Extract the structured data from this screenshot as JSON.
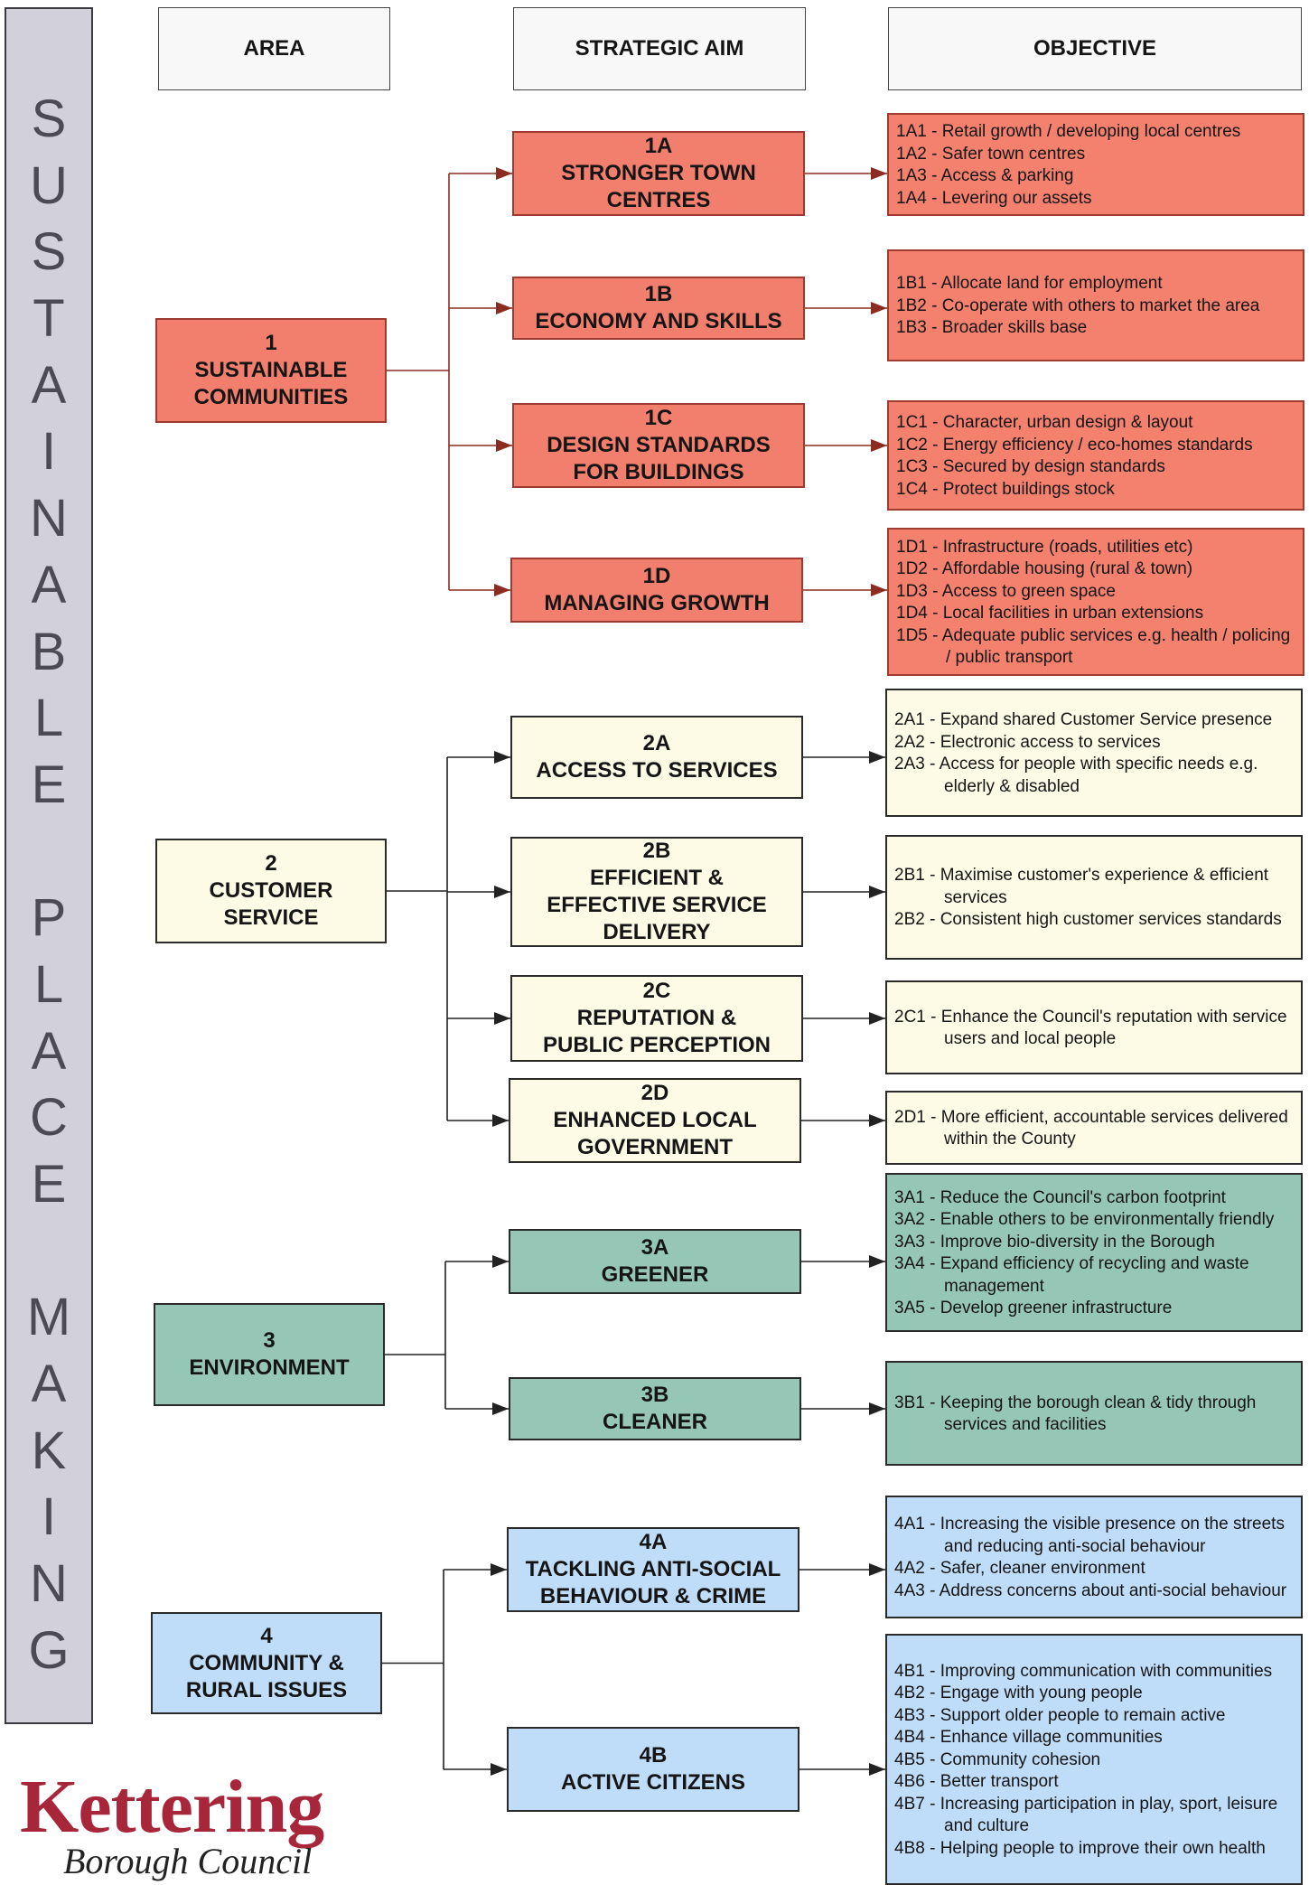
{
  "headers": {
    "area": "AREA",
    "aim": "STRATEGIC AIM",
    "objective": "OBJECTIVE"
  },
  "sidebar_text": "SUSTAINABLE PLACE MAKING",
  "areas": [
    {
      "number": "1",
      "lines": [
        "SUSTAINABLE",
        "COMMUNITIES"
      ]
    },
    {
      "number": "2",
      "lines": [
        "CUSTOMER",
        "SERVICE"
      ]
    },
    {
      "number": "3",
      "lines": [
        "ENVIRONMENT"
      ]
    },
    {
      "number": "4",
      "lines": [
        "COMMUNITY &",
        "RURAL ISSUES"
      ]
    }
  ],
  "aims": [
    {
      "code": "1A",
      "lines": [
        "STRONGER TOWN",
        "CENTRES"
      ]
    },
    {
      "code": "1B",
      "lines": [
        "ECONOMY AND SKILLS"
      ]
    },
    {
      "code": "1C",
      "lines": [
        "DESIGN STANDARDS",
        "FOR BUILDINGS"
      ]
    },
    {
      "code": "1D",
      "lines": [
        "MANAGING GROWTH"
      ]
    },
    {
      "code": "2A",
      "lines": [
        "ACCESS TO SERVICES"
      ]
    },
    {
      "code": "2B",
      "lines": [
        "EFFICIENT &",
        "EFFECTIVE SERVICE",
        "DELIVERY"
      ]
    },
    {
      "code": "2C",
      "lines": [
        "REPUTATION &",
        "PUBLIC PERCEPTION"
      ]
    },
    {
      "code": "2D",
      "lines": [
        "ENHANCED LOCAL",
        "GOVERNMENT"
      ]
    },
    {
      "code": "3A",
      "lines": [
        "GREENER"
      ]
    },
    {
      "code": "3B",
      "lines": [
        "CLEANER"
      ]
    },
    {
      "code": "4A",
      "lines": [
        "TACKLING ANTI-SOCIAL",
        "BEHAVIOUR & CRIME"
      ]
    },
    {
      "code": "4B",
      "lines": [
        "ACTIVE CITIZENS"
      ]
    }
  ],
  "objectives": [
    [
      "1A1 - Retail growth / developing local centres",
      "1A2 - Safer town centres",
      "1A3 - Access & parking",
      "1A4 - Levering our assets"
    ],
    [
      "1B1 - Allocate land for employment",
      "1B2 - Co-operate with others to market the area",
      "1B3 - Broader skills base"
    ],
    [
      "1C1 - Character, urban design & layout",
      "1C2 - Energy efficiency / eco-homes standards",
      "1C3 - Secured by design standards",
      "1C4 - Protect buildings stock"
    ],
    [
      "1D1 - Infrastructure (roads, utilities etc)",
      "1D2 - Affordable housing (rural & town)",
      "1D3 - Access to green space",
      "1D4 - Local facilities in urban extensions",
      "1D5 - Adequate public services e.g. health / policing / public transport"
    ],
    [
      "2A1 - Expand shared Customer Service presence",
      "2A2 - Electronic access to services",
      "2A3 - Access for people with specific needs e.g. elderly & disabled"
    ],
    [
      "2B1 - Maximise customer's experience & efficient services",
      "2B2 - Consistent high customer services standards"
    ],
    [
      "2C1 - Enhance the Council's reputation with service users and local people"
    ],
    [
      "2D1 - More efficient, accountable services delivered within the County"
    ],
    [
      "3A1 - Reduce the Council's carbon footprint",
      "3A2 - Enable others to be environmentally friendly",
      "3A3 - Improve bio-diversity in the Borough",
      "3A4 - Expand efficiency of recycling and waste management",
      "3A5 - Develop greener infrastructure"
    ],
    [
      "3B1 - Keeping the borough clean & tidy through services and facilities"
    ],
    [
      "4A1 - Increasing the visible presence on the streets and reducing anti-social behaviour",
      "4A2 - Safer, cleaner environment",
      "4A3 - Address concerns about anti-social behaviour"
    ],
    [
      "4B1 - Improving communication with communities",
      "4B2 - Engage with young people",
      "4B3 - Support older people to remain active",
      "4B4 - Enhance village communities",
      "4B5 - Community cohesion",
      "4B6 - Better transport",
      "4B7 - Increasing participation in play, sport, leisure and culture",
      "4B8 - Helping people to improve their own health"
    ]
  ],
  "logo": {
    "main": "Kettering",
    "sub": "Borough Council"
  },
  "colors": {
    "area1": "#f27e6e",
    "area2": "#fdfbe6",
    "area3": "#96c6b6",
    "area4": "#bfdcf8",
    "sidebar": "#d2d0db",
    "logo": "#a8263a"
  }
}
